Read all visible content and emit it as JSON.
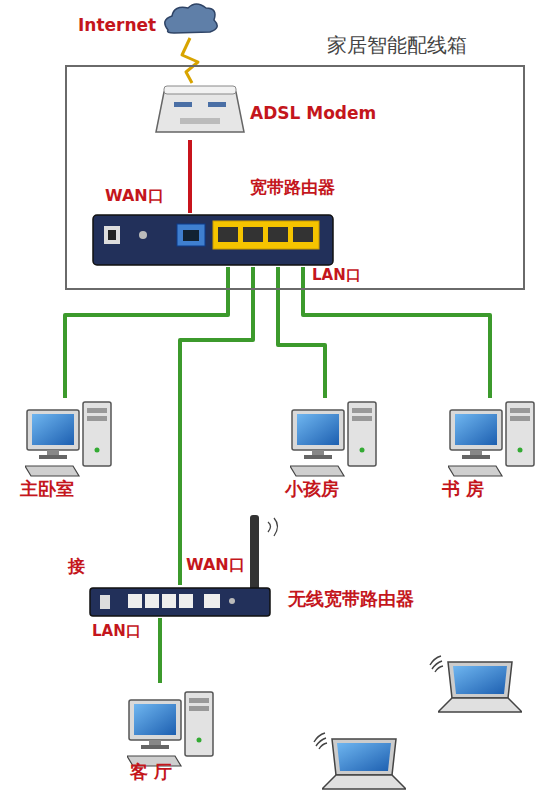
{
  "diagram": {
    "nodes": [
      {
        "text": [
          "Internet"
        ]
      },
      {
        "text": [
          "家居智能配线箱"
        ]
      },
      {
        "text": [
          "ADSL Modem"
        ],
        "in": 1
      },
      {
        "text": [
          "宽带路由器"
        ],
        "in": 1
      },
      {
        "text": [
          "主卧室"
        ]
      },
      {
        "text": [
          "小孩房"
        ]
      },
      {
        "text": [
          "书 房"
        ]
      },
      {
        "text": [
          "无线宽带路由器"
        ]
      },
      {
        "text": [
          "客 厅"
        ]
      }
    ],
    "edges": [
      {
        "from": 0,
        "to": 2,
        "arrow": "none"
      },
      {
        "from": 2,
        "to": 3,
        "arrow": "none"
      },
      {
        "from": 3,
        "to": 4,
        "arrow": "none"
      },
      {
        "from": 3,
        "to": 7,
        "arrow": "none"
      },
      {
        "from": 3,
        "to": 5,
        "arrow": "none"
      },
      {
        "from": 3,
        "to": 6,
        "arrow": "none"
      },
      {
        "from": 7,
        "to": 8,
        "arrow": "none"
      }
    ],
    "labels": [
      "WAN口",
      "LAN口",
      "接",
      "WAN口",
      "LAN口"
    ]
  }
}
